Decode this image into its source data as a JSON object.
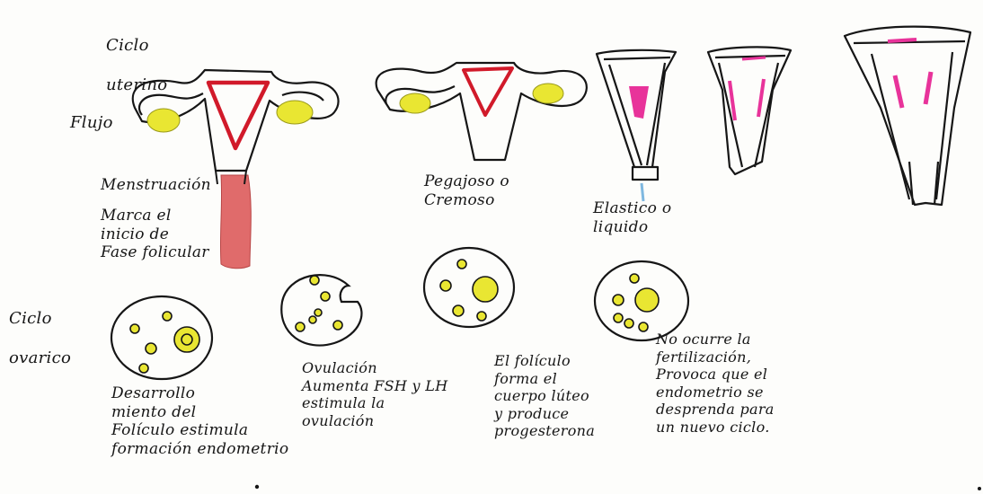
{
  "title": {
    "line1": "Ciclo",
    "line2": "uterino"
  },
  "labels": {
    "flujo": "Flujo",
    "menstruacion": "Menstruación",
    "marca": "Marca el\ninicio de\nFase folicular",
    "pegajoso": "Pegajoso o\nCremoso",
    "elastico": "Elastico o\nliquido"
  },
  "ovarian": {
    "title_line1": "Ciclo",
    "title_line2": "ovarico"
  },
  "captions": [
    "Desarrollo\nmiento del\nFolículo estimula\nformación endometrio",
    "Ovulación\nAumenta FSH y LH\nestimula la\novulación",
    "El folículo\nforma el\ncuerpo lúteo\ny produce\nprogesterona",
    "No ocurre la\nfertilización,\nProvoca que el\nendometrio se\ndesprenda para\nun nuevo ciclo."
  ],
  "colors": {
    "ink": "#161616",
    "ovary": "#e9e632",
    "endometrium": "#d11a2a",
    "pink": "#e8339a",
    "flow": "#e06b6b",
    "mucus": "#7fb8e0"
  }
}
